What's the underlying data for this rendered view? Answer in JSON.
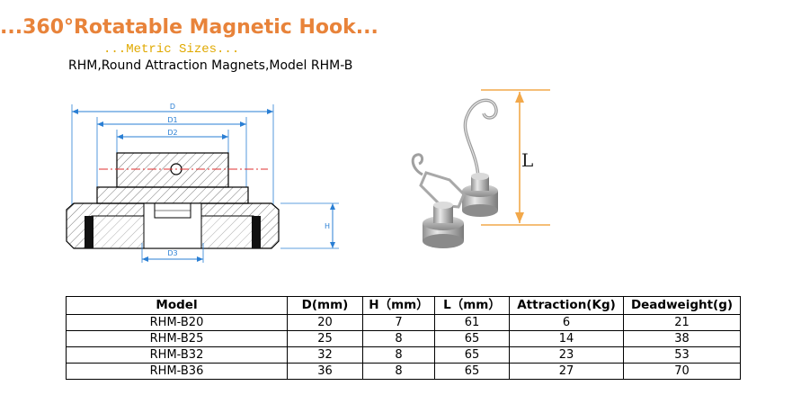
{
  "header": {
    "title": "...360°Rotatable Magnetic Hook...",
    "subtitle": "...Metric Sizes...",
    "model_line": "RHM,Round Attraction Magnets,Model RHM-B"
  },
  "drawing": {
    "labels": {
      "d": "D",
      "d1": "D1",
      "d2": "D2",
      "d3": "D3",
      "h": "H"
    },
    "colors": {
      "dimension": "#2a7fd4",
      "centerline": "#e03030",
      "body": "#000000"
    }
  },
  "photo": {
    "dimension_label": "L",
    "colors": {
      "dimension": "#f2a84a"
    }
  },
  "table": {
    "headers": [
      "Model",
      "D(mm)",
      "H（mm）",
      "L（mm）",
      "Attraction(Kg)",
      "Deadweight(g)"
    ],
    "rows": [
      [
        "RHM-B20",
        "20",
        "7",
        "61",
        "6",
        "21"
      ],
      [
        "RHM-B25",
        "25",
        "8",
        "65",
        "14",
        "38"
      ],
      [
        "RHM-B32",
        "32",
        "8",
        "65",
        "23",
        "53"
      ],
      [
        "RHM-B36",
        "36",
        "8",
        "65",
        "27",
        "70"
      ]
    ]
  }
}
